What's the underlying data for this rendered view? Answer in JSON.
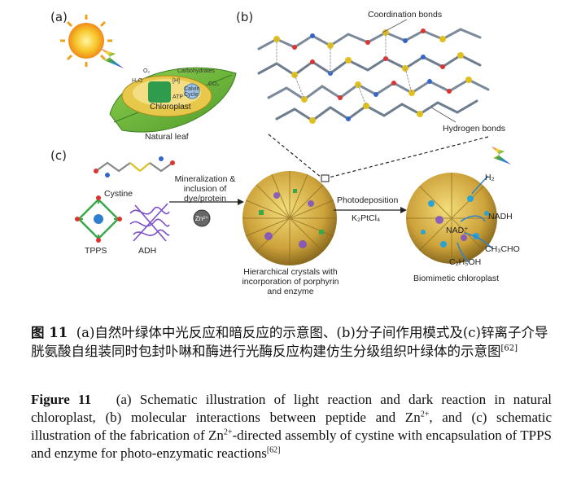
{
  "panels": {
    "a": {
      "label": "(a)",
      "leaf_label": "Natural leaf",
      "chloroplast_label": "Chloroplast",
      "small_labels": [
        "O₂",
        "H₂O",
        "Carbohydrates",
        "[H]",
        "Calvin Cycle",
        "CO₂",
        "ATP"
      ]
    },
    "b": {
      "label": "(b)",
      "coordination_label": "Coordination bonds",
      "hydrogen_label": "Hydrogen bonds"
    },
    "c": {
      "label": "(c)",
      "cystine_label": "Cystine",
      "tpps_label": "TPPS",
      "adh_label": "ADH",
      "arrow1_label": "Mineralization & inclusion of dye/protein",
      "zn_label": "Zn²⁺",
      "crystal_caption": "Hierarchical crystals with incorporation of porphyrin and enzyme",
      "arrow2_label": "Photodeposition",
      "arrow2_sub": "K₂PtCl₄",
      "h2_label": "H₂",
      "nadh_label": "NADH",
      "nad_label": "NAD⁺",
      "acetaldehyde_label": "CH₃CHO",
      "ethanol_label": "C₂H₅OH",
      "chloroplast_caption": "Biomimetic chloroplast"
    }
  },
  "caption": {
    "zh_label": "图 11",
    "zh_text": "(a)自然叶绿体中光反应和暗反应的示意图、(b)分子间作用模式及(c)锌离子介导胱氨酸自组装同时包封卟啉和酶进行光酶反应构建仿生分级组织叶绿体的示意图",
    "zh_ref": "[62]",
    "en_label": "Figure 11",
    "en_text_1": "(a) Schematic illustration of light reaction and dark reaction in natural chloroplast, (b) molecular interactions between peptide and Zn",
    "en_sup_1": "2+",
    "en_text_2": ", and (c) schematic illustration of the fabrication of Zn",
    "en_sup_2": "2+",
    "en_text_3": "-directed assembly of cystine with encapsulation of TPPS and enzyme for photo-enzymatic reactions",
    "en_ref": "[62]"
  },
  "colors": {
    "leaf": "#6db33f",
    "chloroplast": "#e8c84a",
    "crystal": "#d9b23a",
    "enzyme": "#7b4fc9",
    "porphyrin": "#3aa84a"
  }
}
